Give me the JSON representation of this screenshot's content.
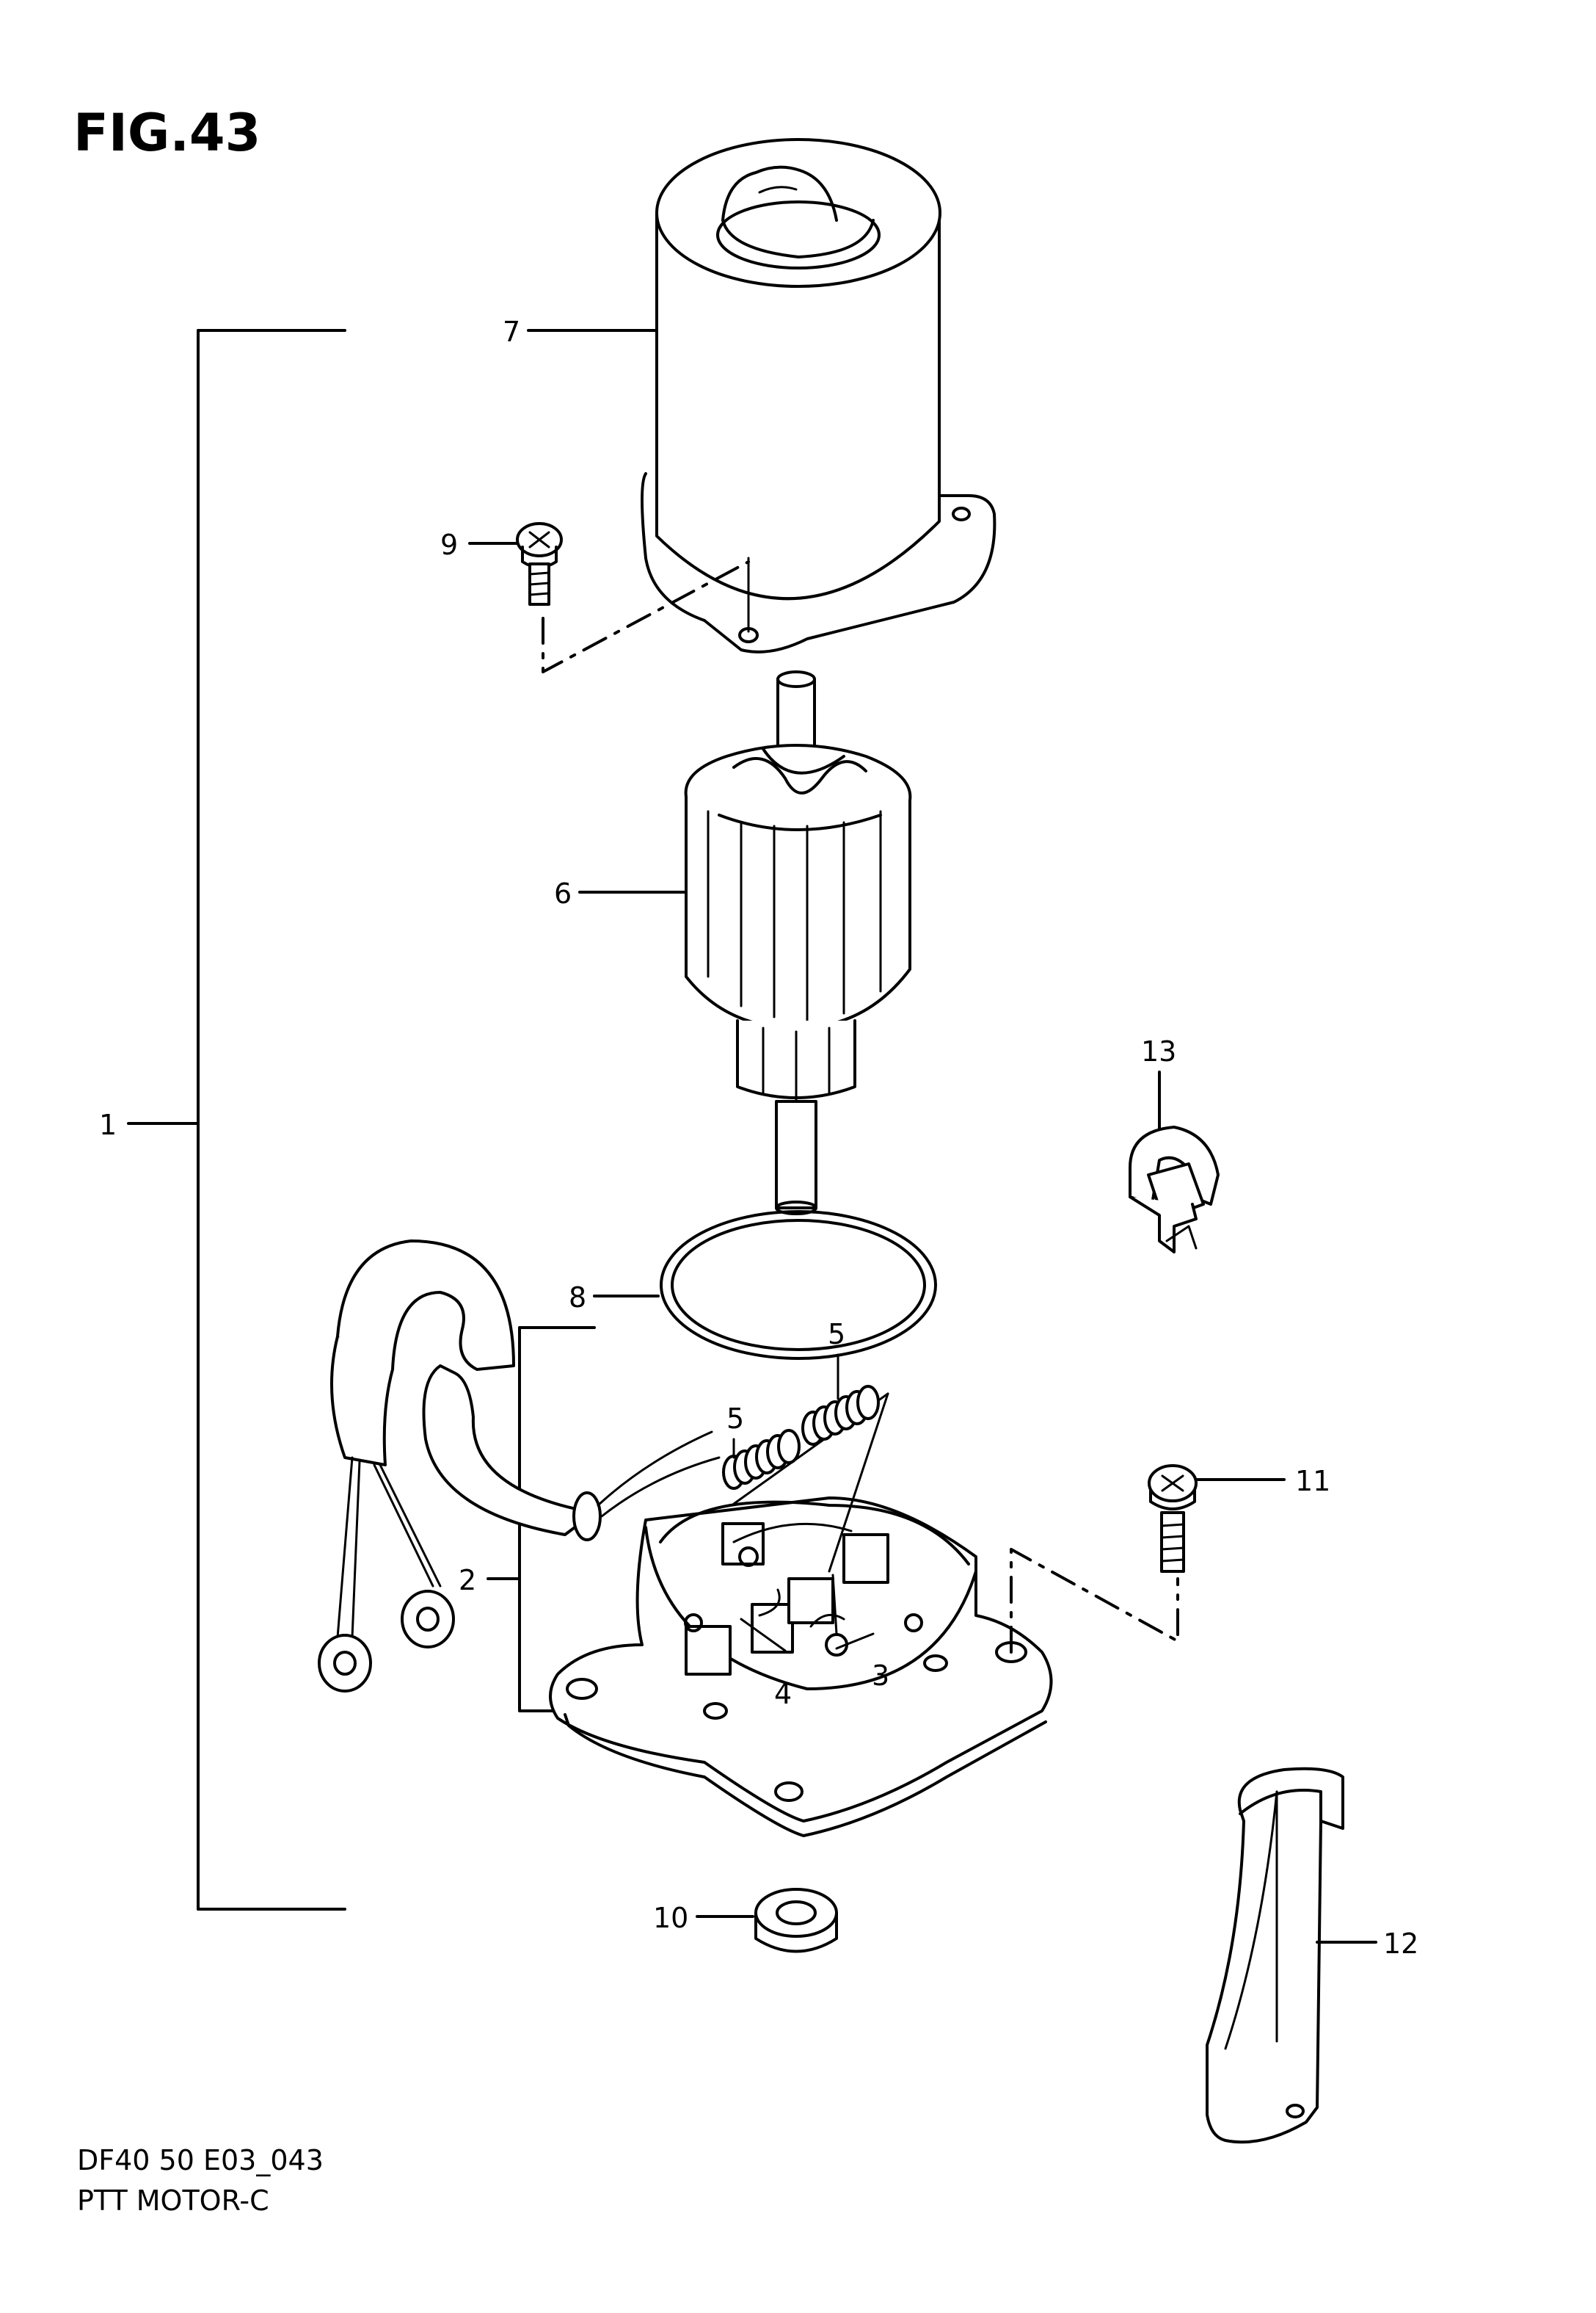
{
  "figure": {
    "title": "FIG.43",
    "code": "DF40 50 E03_043",
    "name": "PTT MOTOR-C"
  },
  "callouts": {
    "c1": "1",
    "c2": "2",
    "c3": "3",
    "c4": "4",
    "c5a": "5",
    "c5b": "5",
    "c6": "6",
    "c7": "7",
    "c8": "8",
    "c9": "9",
    "c10": "10",
    "c11": "11",
    "c12": "12",
    "c13": "13"
  }
}
